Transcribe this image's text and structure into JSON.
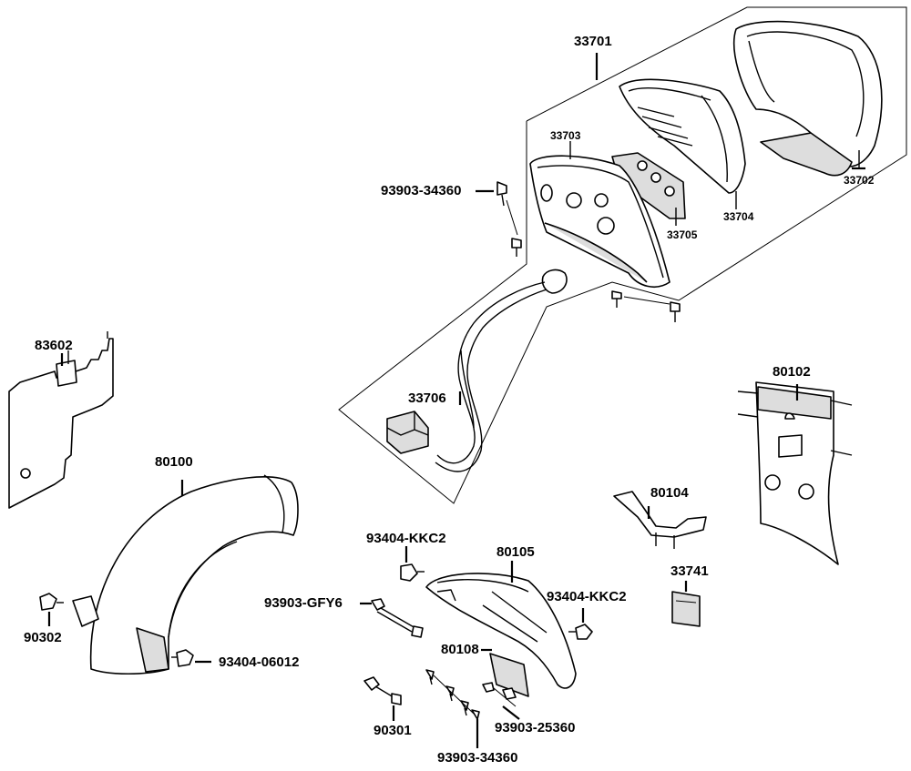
{
  "labels": {
    "p33701": "33701",
    "p33703": "33703",
    "p93903_34360_top": "93903-34360",
    "p33705": "33705",
    "p33704": "33704",
    "p33702": "33702",
    "p33706": "33706",
    "p83602": "83602",
    "p80102": "80102",
    "p80100": "80100",
    "p80104": "80104",
    "p93404_KKC2_left": "93404-KKC2",
    "p80105": "80105",
    "p93903_GFY6": "93903-GFY6",
    "p93404_KKC2_right": "93404-KKC2",
    "p33741": "33741",
    "p90302": "90302",
    "p93404_06012": "93404-06012",
    "p80108": "80108",
    "p90301": "90301",
    "p93903_25360": "93903-25360",
    "p93903_34360_bottom": "93903-34360"
  }
}
